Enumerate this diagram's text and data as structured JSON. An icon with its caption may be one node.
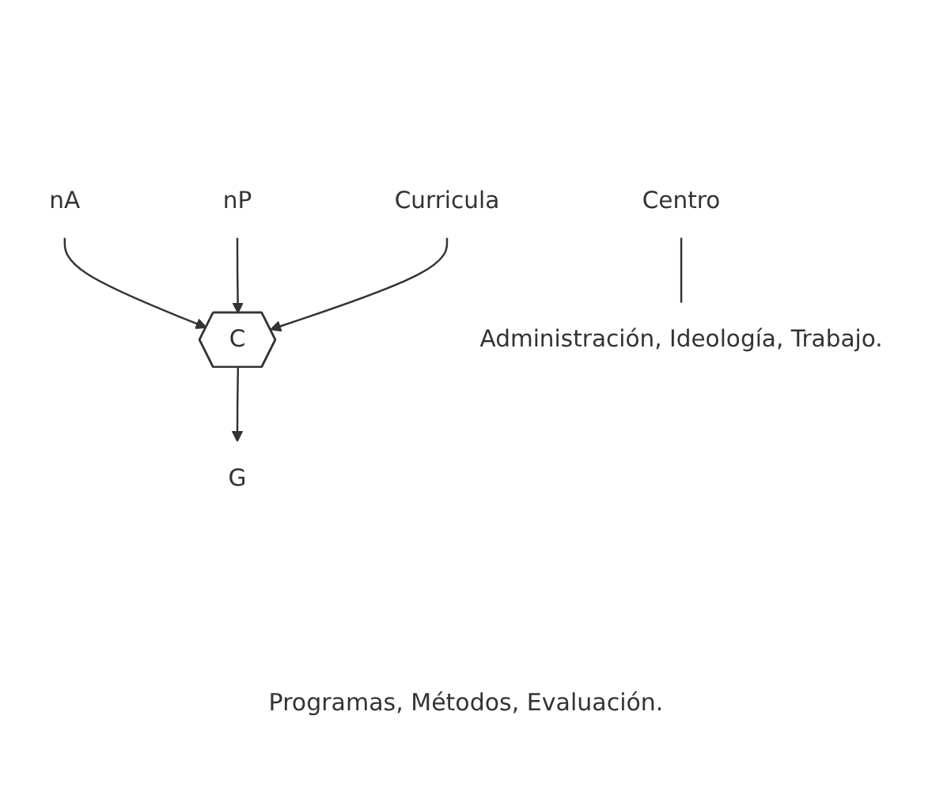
{
  "diagram": {
    "nodes": [
      {
        "text": [
          "G"
        ]
      },
      {
        "text": [
          "nA"
        ]
      },
      {
        "text": [
          "C"
        ]
      },
      {
        "text": [
          "nP"
        ]
      },
      {
        "text": [
          "Curricula"
        ]
      },
      {
        "text": [
          "Centro"
        ]
      },
      {
        "text": [
          "Administración, Ideología, Trabajo."
        ]
      }
    ],
    "edges": [
      {
        "from": 1,
        "to": 2,
        "arrow": "to"
      },
      {
        "from": 3,
        "to": 2,
        "arrow": "to"
      },
      {
        "from": 4,
        "to": 2,
        "arrow": "to"
      },
      {
        "from": 2,
        "to": 0,
        "arrow": "to"
      },
      {
        "from": 5,
        "to": 6,
        "arrow": "none"
      }
    ],
    "labels": [
      "Programas, Métodos, Evaluación."
    ]
  }
}
